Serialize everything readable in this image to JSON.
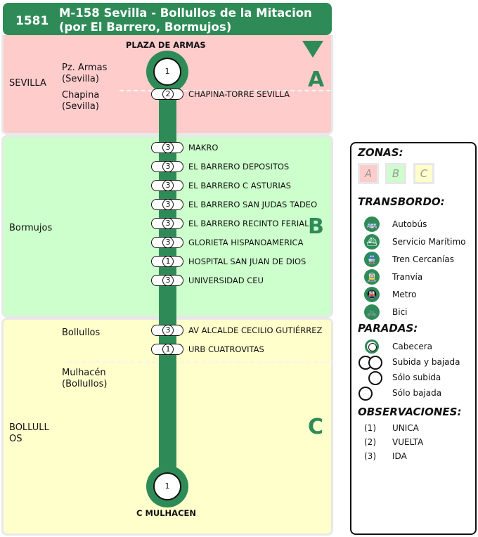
{
  "header": {
    "route_id": "1581",
    "title_line1": "M-158  Sevilla - Bollullos de la Mitacion",
    "title_line2": "(por El Barrero, Bormujos)"
  },
  "zones": {
    "a": {
      "letter": "A",
      "municipality": "SEVILLA"
    },
    "b": {
      "letter": "B",
      "municipality": "Bormujos"
    },
    "c": {
      "letter": "C",
      "municipality": "BOLLULL\nOS"
    }
  },
  "localities": [
    "Pz. Armas\n(Sevilla)",
    "Chapina\n(Sevilla)",
    "Bollullos",
    "Mulhacén\n(Bollullos)"
  ],
  "terminals": [
    {
      "name": "PLAZA DE ARMAS",
      "obs": "1"
    },
    {
      "name": "C MULHACEN",
      "obs": "1"
    }
  ],
  "stops": [
    {
      "name": "CHAPINA-TORRE SEVILLA",
      "obs": "2"
    },
    {
      "name": "MAKRO",
      "obs": "3"
    },
    {
      "name": "EL BARRERO DEPOSITOS",
      "obs": "3"
    },
    {
      "name": "EL BARRERO C ASTURIAS",
      "obs": "3"
    },
    {
      "name": "EL BARRERO SAN JUDAS TADEO",
      "obs": "3"
    },
    {
      "name": "EL BARRERO RECINTO FERIAL",
      "obs": "3"
    },
    {
      "name": "GLORIETA HISPANOAMERICA",
      "obs": "3"
    },
    {
      "name": "HOSPITAL SAN JUAN DE DIOS",
      "obs": "1"
    },
    {
      "name": "UNIVERSIDAD CEU",
      "obs": "3"
    },
    {
      "name": "AV ALCALDE CECILIO GUTIÉRREZ",
      "obs": "3"
    },
    {
      "name": "URB CUATROVITAS",
      "obs": "1"
    }
  ],
  "legend": {
    "zonas_title": "ZONAS:",
    "zone_letters": [
      "A",
      "B",
      "C"
    ],
    "transbordo_title": "TRANSBORDO:",
    "transbordo": [
      {
        "label": "Autobús",
        "icon": "bus-icon",
        "glyph": "🚌"
      },
      {
        "label": "Servicio Marítimo",
        "icon": "ferry-icon",
        "glyph": "⛴"
      },
      {
        "label": "Tren Cercanías",
        "icon": "train-icon",
        "glyph": "🚆"
      },
      {
        "label": "Tranvía",
        "icon": "tram-icon",
        "glyph": "🚊"
      },
      {
        "label": "Metro",
        "icon": "metro-icon",
        "glyph": "🚇"
      },
      {
        "label": "Bici",
        "icon": "bike-icon",
        "glyph": "🚲"
      }
    ],
    "paradas_title": "PARADAS:",
    "paradas": [
      "Cabecera",
      "Subida y bajada",
      "Sólo subida",
      "Sólo bajada"
    ],
    "observaciones_title": "OBSERVACIONES:",
    "observaciones": [
      {
        "code": "(1)",
        "label": "UNICA"
      },
      {
        "code": "(2)",
        "label": "VUELTA"
      },
      {
        "code": "(3)",
        "label": "IDA"
      }
    ]
  },
  "colors": {
    "route_green": "#2e8b57",
    "zone_a": "#ffcccc",
    "zone_b": "#ccffcc",
    "zone_c": "#ffffcc"
  }
}
